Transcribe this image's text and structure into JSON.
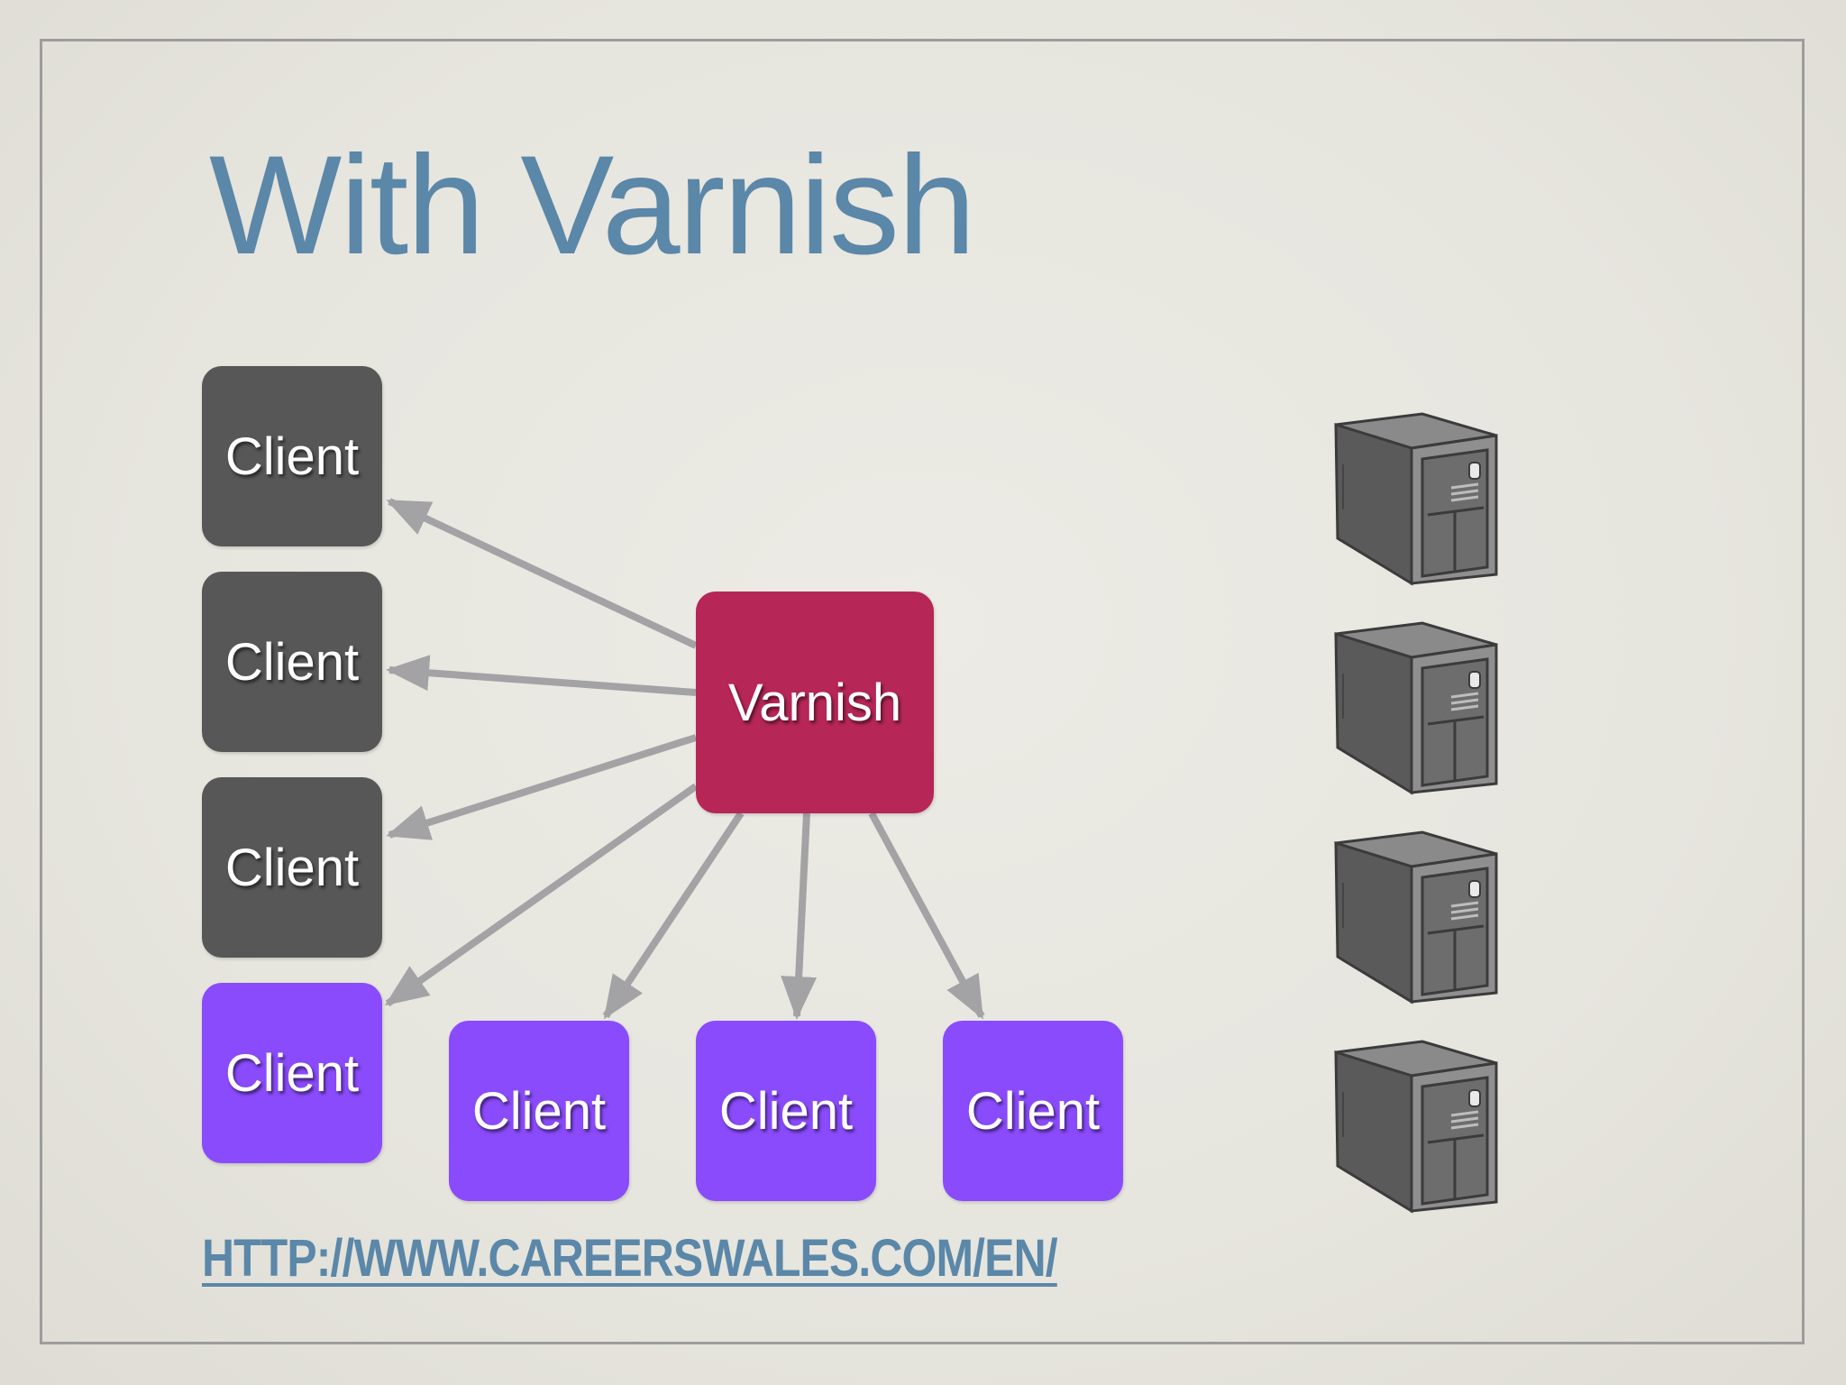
{
  "slide": {
    "title": "With Varnish",
    "url_link": "HTTP://WWW.CAREERSWALES.COM/EN/"
  },
  "diagram": {
    "hub": {
      "label": "Varnish",
      "color": "#b62656"
    },
    "clients": [
      {
        "label": "Client",
        "state": "inactive",
        "color": "#575757"
      },
      {
        "label": "Client",
        "state": "inactive",
        "color": "#575757"
      },
      {
        "label": "Client",
        "state": "inactive",
        "color": "#575757"
      },
      {
        "label": "Client",
        "state": "active",
        "color": "#8a4bfc"
      },
      {
        "label": "Client",
        "state": "active",
        "color": "#8a4bfc"
      },
      {
        "label": "Client",
        "state": "active",
        "color": "#8a4bfc"
      },
      {
        "label": "Client",
        "state": "active",
        "color": "#8a4bfc"
      }
    ],
    "servers": [
      {
        "icon": "server-tower-icon"
      },
      {
        "icon": "server-tower-icon"
      },
      {
        "icon": "server-tower-icon"
      },
      {
        "icon": "server-tower-icon"
      }
    ],
    "edges": [
      {
        "from": "Varnish",
        "to": "client-1"
      },
      {
        "from": "Varnish",
        "to": "client-2"
      },
      {
        "from": "Varnish",
        "to": "client-3"
      },
      {
        "from": "Varnish",
        "to": "client-4"
      },
      {
        "from": "Varnish",
        "to": "client-5"
      },
      {
        "from": "Varnish",
        "to": "client-6"
      },
      {
        "from": "Varnish",
        "to": "client-7"
      }
    ],
    "arrow_color": "#a3a3a6"
  }
}
